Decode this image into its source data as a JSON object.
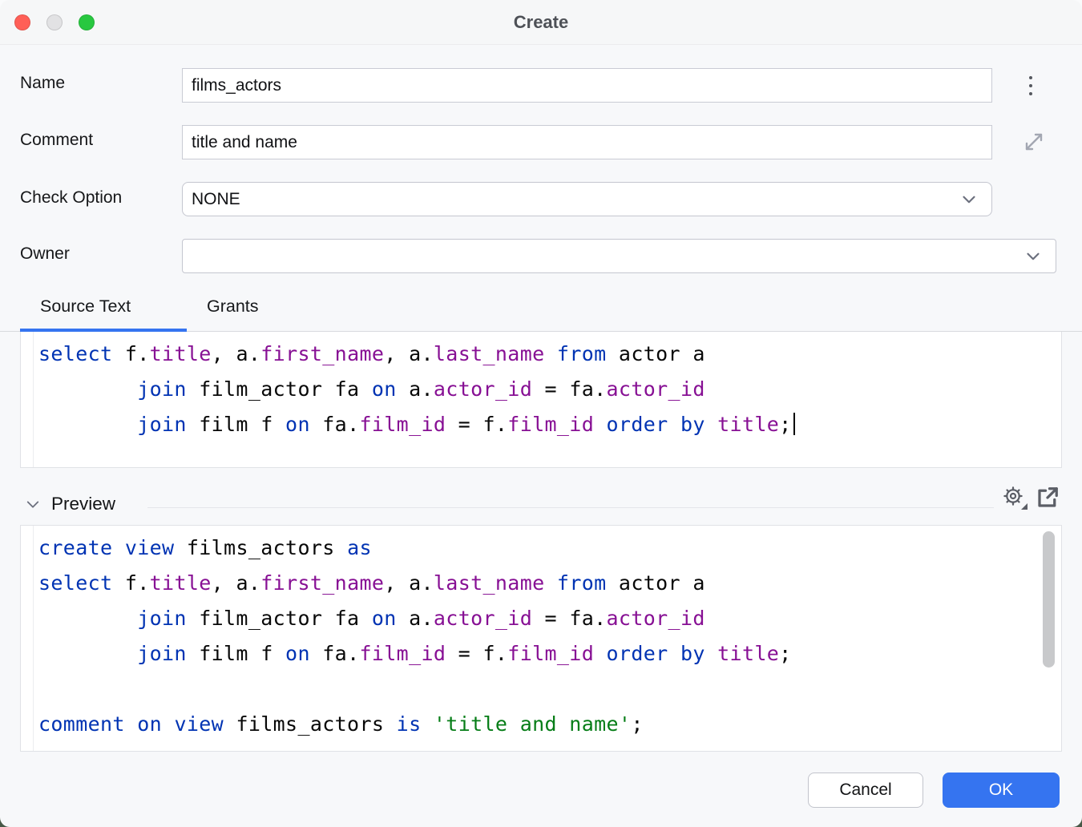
{
  "window": {
    "title": "Create"
  },
  "form": {
    "name": {
      "label": "Name",
      "value": "films_actors"
    },
    "comment": {
      "label": "Comment",
      "value": "title and name"
    },
    "check_option": {
      "label": "Check Option",
      "value": "NONE"
    },
    "owner": {
      "label": "Owner",
      "value": ""
    }
  },
  "tabs": [
    {
      "label": "Source Text",
      "active": true
    },
    {
      "label": "Grants",
      "active": false
    }
  ],
  "source_editor": {
    "lines": [
      [
        [
          "kw",
          "select"
        ],
        [
          "pl",
          " f."
        ],
        [
          "id",
          "title"
        ],
        [
          "pl",
          ", a."
        ],
        [
          "id",
          "first_name"
        ],
        [
          "pl",
          ", a."
        ],
        [
          "id",
          "last_name"
        ],
        [
          "pl",
          " "
        ],
        [
          "kw",
          "from"
        ],
        [
          "pl",
          " actor a"
        ]
      ],
      [
        [
          "pl",
          "        "
        ],
        [
          "kw",
          "join"
        ],
        [
          "pl",
          " film_actor fa "
        ],
        [
          "kw",
          "on"
        ],
        [
          "pl",
          " a."
        ],
        [
          "id",
          "actor_id"
        ],
        [
          "pl",
          " = fa."
        ],
        [
          "id",
          "actor_id"
        ]
      ],
      [
        [
          "pl",
          "        "
        ],
        [
          "kw",
          "join"
        ],
        [
          "pl",
          " film f "
        ],
        [
          "kw",
          "on"
        ],
        [
          "pl",
          " fa."
        ],
        [
          "id",
          "film_id"
        ],
        [
          "pl",
          " = f."
        ],
        [
          "id",
          "film_id"
        ],
        [
          "pl",
          " "
        ],
        [
          "kw",
          "order"
        ],
        [
          "pl",
          " "
        ],
        [
          "kw",
          "by"
        ],
        [
          "pl",
          " "
        ],
        [
          "id",
          "title"
        ],
        [
          "pl",
          ";"
        ],
        [
          "caret",
          ""
        ]
      ]
    ]
  },
  "preview": {
    "title": "Preview",
    "lines": [
      [
        [
          "kw",
          "create"
        ],
        [
          "pl",
          " "
        ],
        [
          "kw",
          "view"
        ],
        [
          "pl",
          " films_actors "
        ],
        [
          "kw",
          "as"
        ]
      ],
      [
        [
          "kw",
          "select"
        ],
        [
          "pl",
          " f."
        ],
        [
          "id",
          "title"
        ],
        [
          "pl",
          ", a."
        ],
        [
          "id",
          "first_name"
        ],
        [
          "pl",
          ", a."
        ],
        [
          "id",
          "last_name"
        ],
        [
          "pl",
          " "
        ],
        [
          "kw",
          "from"
        ],
        [
          "pl",
          " actor a"
        ]
      ],
      [
        [
          "pl",
          "        "
        ],
        [
          "kw",
          "join"
        ],
        [
          "pl",
          " film_actor fa "
        ],
        [
          "kw",
          "on"
        ],
        [
          "pl",
          " a."
        ],
        [
          "id",
          "actor_id"
        ],
        [
          "pl",
          " = fa."
        ],
        [
          "id",
          "actor_id"
        ]
      ],
      [
        [
          "pl",
          "        "
        ],
        [
          "kw",
          "join"
        ],
        [
          "pl",
          " film f "
        ],
        [
          "kw",
          "on"
        ],
        [
          "pl",
          " fa."
        ],
        [
          "id",
          "film_id"
        ],
        [
          "pl",
          " = f."
        ],
        [
          "id",
          "film_id"
        ],
        [
          "pl",
          " "
        ],
        [
          "kw",
          "order"
        ],
        [
          "pl",
          " "
        ],
        [
          "kw",
          "by"
        ],
        [
          "pl",
          " "
        ],
        [
          "id",
          "title"
        ],
        [
          "pl",
          ";"
        ]
      ],
      [],
      [
        [
          "kw",
          "comment"
        ],
        [
          "pl",
          " "
        ],
        [
          "kw",
          "on"
        ],
        [
          "pl",
          " "
        ],
        [
          "kw",
          "view"
        ],
        [
          "pl",
          " films_actors "
        ],
        [
          "kw",
          "is"
        ],
        [
          "pl",
          " "
        ],
        [
          "str",
          "'title and name'"
        ],
        [
          "pl",
          ";"
        ]
      ]
    ]
  },
  "footer": {
    "cancel_label": "Cancel",
    "ok_label": "OK"
  },
  "colors": {
    "accent": "#3574f0",
    "keyword": "#0033b3",
    "identifier": "#871094",
    "string": "#067d17",
    "window_bg": "#f7f8fa",
    "desktop_bg": "#475847",
    "traffic_close": "#ff5f57",
    "traffic_minimize": "#e2e2e4",
    "traffic_zoom": "#28c840"
  }
}
